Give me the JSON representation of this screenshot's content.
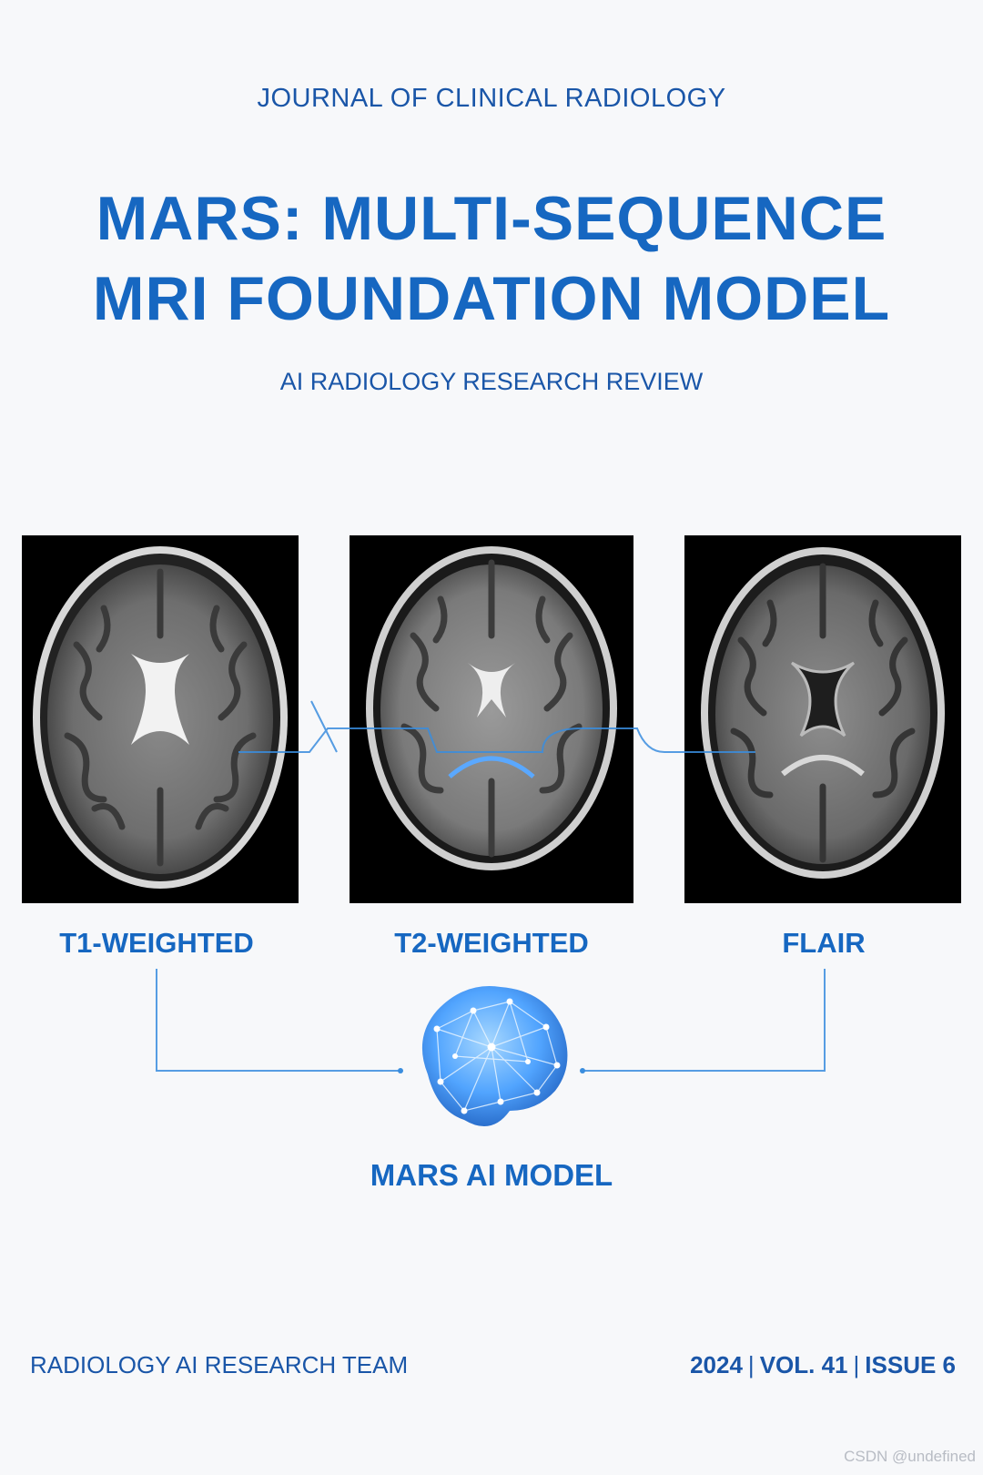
{
  "header": {
    "journal": "JOURNAL OF CLINICAL RADIOLOGY",
    "title_line1": "MARS: MULTI-SEQUENCE",
    "title_line2": "MRI FOUNDATION MODEL",
    "subtitle": "AI RADIOLOGY RESEARCH REVIEW"
  },
  "sequences": [
    {
      "label": "T1-WEIGHTED"
    },
    {
      "label": "T2-WEIGHTED"
    },
    {
      "label": "FLAIR"
    }
  ],
  "model": {
    "label": "MARS AI MODEL"
  },
  "footer": {
    "team": "RADIOLOGY AI RESEARCH TEAM",
    "year": "2024",
    "volume": "VOL. 41",
    "issue": "ISSUE 6",
    "separator": "|"
  },
  "watermark": "CSDN @undefined",
  "colors": {
    "accent": "#1667c1",
    "background": "#f7f8fa",
    "connector": "#3a8dde"
  }
}
